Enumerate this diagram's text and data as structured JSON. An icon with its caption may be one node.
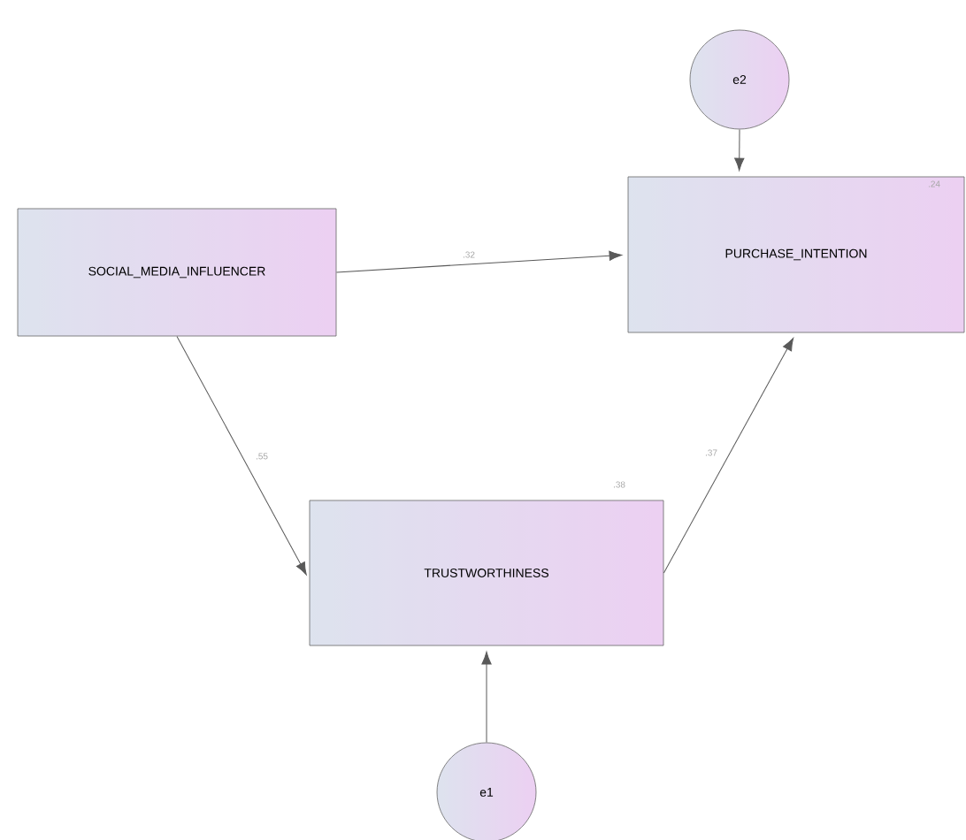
{
  "diagram": {
    "nodes": [
      {
        "text": [
          "SOCIAL_MEDIA_INFLUENCER"
        ]
      },
      {
        "text": [
          "PURCHASE_INTENTION",
          ".24"
        ]
      },
      {
        "text": [
          "TRUSTWORTHINESS"
        ],
        "beside": [
          ".38"
        ]
      },
      {
        "text": [
          "e2"
        ]
      },
      {
        "text": [
          "e1"
        ]
      }
    ],
    "edges": [
      {
        "from": 0,
        "to": 1,
        "arrow": "to",
        "label": ".32"
      },
      {
        "from": 0,
        "to": 2,
        "arrow": "to",
        "label": ".55"
      },
      {
        "from": 2,
        "to": 1,
        "arrow": "to",
        "label": ".37"
      },
      {
        "from": 3,
        "to": 1,
        "arrow": "to"
      },
      {
        "from": 4,
        "to": 2,
        "arrow": "to"
      }
    ]
  }
}
